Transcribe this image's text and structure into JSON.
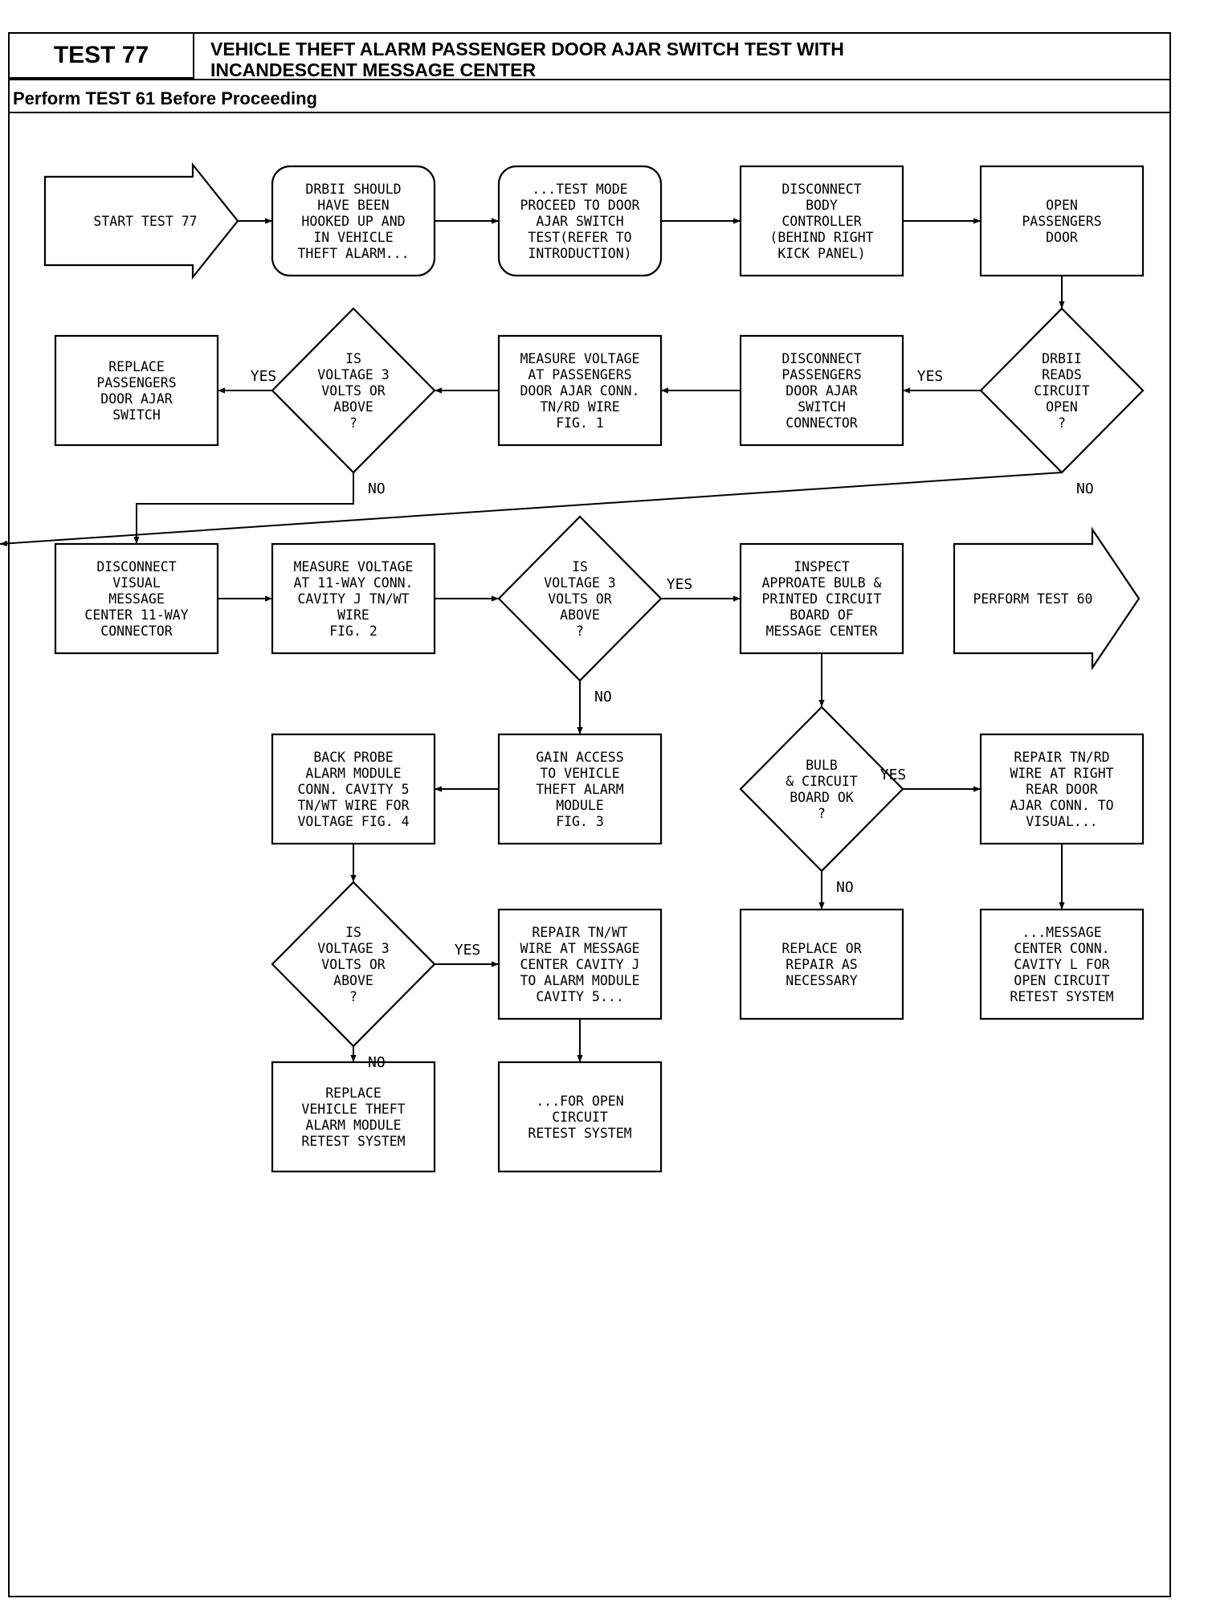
{
  "header": {
    "test_label": "TEST 77",
    "title": "VEHICLE THEFT ALARM PASSENGER DOOR AJAR SWITCH TEST WITH\nINCANDESCENT MESSAGE CENTER",
    "subtitle": "Perform TEST 61 Before Proceeding"
  },
  "nodes": [
    {
      "id": "start",
      "shape": "arrow",
      "lines": [
        "START TEST 77"
      ]
    },
    {
      "id": "drbii-hooked",
      "shape": "rounded",
      "lines": [
        "DRBII SHOULD",
        "HAVE BEEN",
        "HOOKED UP AND",
        "IN VEHICLE",
        "THEFT ALARM..."
      ]
    },
    {
      "id": "test-mode",
      "shape": "rounded",
      "lines": [
        "...TEST MODE",
        "PROCEED TO DOOR",
        "AJAR SWITCH",
        "TEST(REFER TO",
        "INTRODUCTION)"
      ]
    },
    {
      "id": "disconnect-body-controller",
      "shape": "rect",
      "lines": [
        "DISCONNECT",
        "BODY",
        "CONTROLLER",
        "(BEHIND RIGHT",
        "KICK PANEL)"
      ]
    },
    {
      "id": "open-passengers-door",
      "shape": "rect",
      "lines": [
        "OPEN",
        "PASSENGERS",
        "DOOR"
      ]
    },
    {
      "id": "drbii-reads-open",
      "shape": "diamond",
      "lines": [
        "DRBII",
        "READS",
        "CIRCUIT",
        "OPEN",
        "?"
      ]
    },
    {
      "id": "disconnect-ajar-connector",
      "shape": "rect",
      "lines": [
        "DISCONNECT",
        "PASSENGERS",
        "DOOR AJAR",
        "SWITCH",
        "CONNECTOR"
      ]
    },
    {
      "id": "measure-voltage-fig1",
      "shape": "rect",
      "lines": [
        "MEASURE VOLTAGE",
        "AT PASSENGERS",
        "DOOR AJAR CONN.",
        "TN/RD WIRE",
        "FIG. 1"
      ]
    },
    {
      "id": "voltage-check-1",
      "shape": "diamond",
      "lines": [
        "IS",
        "VOLTAGE 3",
        "VOLTS OR",
        "ABOVE",
        "?"
      ]
    },
    {
      "id": "replace-ajar-switch",
      "shape": "rect",
      "lines": [
        "REPLACE",
        "PASSENGERS",
        "DOOR AJAR",
        "SWITCH"
      ]
    },
    {
      "id": "disconnect-message-center",
      "shape": "rect",
      "lines": [
        "DISCONNECT",
        "VISUAL",
        "MESSAGE",
        "CENTER 11-WAY",
        "CONNECTOR"
      ]
    },
    {
      "id": "measure-voltage-fig2",
      "shape": "rect",
      "lines": [
        "MEASURE VOLTAGE",
        "AT 11-WAY CONN.",
        "CAVITY J TN/WT",
        "WIRE",
        "FIG. 2"
      ]
    },
    {
      "id": "voltage-check-2",
      "shape": "diamond",
      "lines": [
        "IS",
        "VOLTAGE 3",
        "VOLTS OR",
        "ABOVE",
        "?"
      ]
    },
    {
      "id": "inspect-bulb",
      "shape": "rect",
      "lines": [
        "INSPECT",
        "APPROATE BULB &",
        "PRINTED CIRCUIT",
        "BOARD OF",
        "MESSAGE CENTER"
      ]
    },
    {
      "id": "perform-test-60",
      "shape": "arrow",
      "lines": [
        "PERFORM TEST 60"
      ]
    },
    {
      "id": "back-probe",
      "shape": "rect",
      "lines": [
        "BACK PROBE",
        "ALARM MODULE",
        "CONN. CAVITY 5",
        "TN/WT WIRE FOR",
        "VOLTAGE FIG. 4"
      ]
    },
    {
      "id": "gain-access",
      "shape": "rect",
      "lines": [
        "GAIN ACCESS",
        "TO VEHICLE",
        "THEFT ALARM",
        "MODULE",
        "FIG. 3"
      ]
    },
    {
      "id": "bulb-ok",
      "shape": "diamond",
      "lines": [
        "BULB",
        "& CIRCUIT",
        "BOARD OK",
        "?"
      ]
    },
    {
      "id": "repair-tn-rd",
      "shape": "rect",
      "lines": [
        "REPAIR TN/RD",
        "WIRE AT RIGHT",
        "REAR DOOR",
        "AJAR CONN. TO",
        "VISUAL..."
      ]
    },
    {
      "id": "voltage-check-3",
      "shape": "diamond",
      "lines": [
        "IS",
        "VOLTAGE 3",
        "VOLTS OR",
        "ABOVE",
        "?"
      ]
    },
    {
      "id": "repair-tn-wt",
      "shape": "rect",
      "lines": [
        "REPAIR TN/WT",
        "WIRE AT MESSAGE",
        "CENTER CAVITY J",
        "TO ALARM MODULE",
        "CAVITY 5..."
      ]
    },
    {
      "id": "replace-or-repair",
      "shape": "rect",
      "lines": [
        "REPLACE OR",
        "REPAIR AS",
        "NECESSARY"
      ]
    },
    {
      "id": "message-center-conn",
      "shape": "rect",
      "lines": [
        "...MESSAGE",
        "CENTER CONN.",
        "CAVITY L FOR",
        "OPEN CIRCUIT",
        "RETEST SYSTEM"
      ]
    },
    {
      "id": "replace-alarm-module",
      "shape": "rect",
      "lines": [
        "REPLACE",
        "VEHICLE THEFT",
        "ALARM MODULE",
        "RETEST SYSTEM"
      ]
    },
    {
      "id": "for-open-circuit",
      "shape": "rect",
      "lines": [
        "...FOR OPEN",
        "CIRCUIT",
        "RETEST SYSTEM"
      ]
    }
  ],
  "edges": [
    {
      "from": "start",
      "to": "drbii-hooked",
      "label": ""
    },
    {
      "from": "drbii-hooked",
      "to": "test-mode",
      "label": ""
    },
    {
      "from": "test-mode",
      "to": "disconnect-body-controller",
      "label": ""
    },
    {
      "from": "disconnect-body-controller",
      "to": "open-passengers-door",
      "label": ""
    },
    {
      "from": "open-passengers-door",
      "to": "drbii-reads-open",
      "label": ""
    },
    {
      "from": "drbii-reads-open",
      "to": "disconnect-ajar-connector",
      "label": "YES"
    },
    {
      "from": "drbii-reads-open",
      "to": "perform-test-60",
      "label": "NO"
    },
    {
      "from": "disconnect-ajar-connector",
      "to": "measure-voltage-fig1",
      "label": ""
    },
    {
      "from": "measure-voltage-fig1",
      "to": "voltage-check-1",
      "label": ""
    },
    {
      "from": "voltage-check-1",
      "to": "replace-ajar-switch",
      "label": "YES"
    },
    {
      "from": "voltage-check-1",
      "to": "disconnect-message-center",
      "label": "NO"
    },
    {
      "from": "disconnect-message-center",
      "to": "measure-voltage-fig2",
      "label": ""
    },
    {
      "from": "measure-voltage-fig2",
      "to": "voltage-check-2",
      "label": ""
    },
    {
      "from": "voltage-check-2",
      "to": "inspect-bulb",
      "label": "YES"
    },
    {
      "from": "voltage-check-2",
      "to": "gain-access",
      "label": "NO"
    },
    {
      "from": "inspect-bulb",
      "to": "bulb-ok",
      "label": ""
    },
    {
      "from": "bulb-ok",
      "to": "repair-tn-rd",
      "label": "YES"
    },
    {
      "from": "bulb-ok",
      "to": "replace-or-repair",
      "label": "NO"
    },
    {
      "from": "repair-tn-rd",
      "to": "message-center-conn",
      "label": ""
    },
    {
      "from": "gain-access",
      "to": "back-probe",
      "label": ""
    },
    {
      "from": "back-probe",
      "to": "voltage-check-3",
      "label": ""
    },
    {
      "from": "voltage-check-3",
      "to": "repair-tn-wt",
      "label": "YES"
    },
    {
      "from": "voltage-check-3",
      "to": "replace-alarm-module",
      "label": "NO"
    },
    {
      "from": "repair-tn-wt",
      "to": "for-open-circuit",
      "label": ""
    }
  ]
}
